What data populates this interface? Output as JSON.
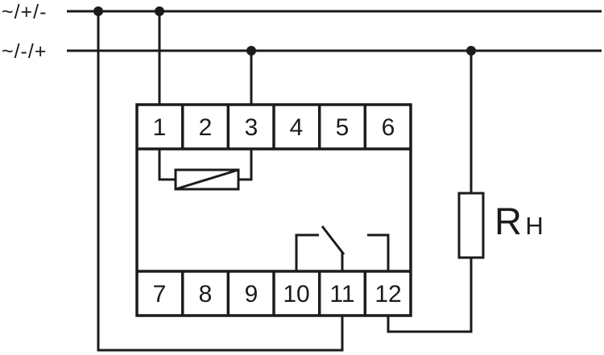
{
  "diagram": {
    "supply_labels": [
      "~/+/-",
      "~/-/+"
    ],
    "terminals_top": [
      "1",
      "2",
      "3",
      "4",
      "5",
      "6"
    ],
    "terminals_bottom": [
      "7",
      "8",
      "9",
      "10",
      "11",
      "12"
    ],
    "load_label": "R",
    "load_label_subscript": "H",
    "colors": {
      "line": "#1b1b1b",
      "background": "#ffffff"
    }
  }
}
